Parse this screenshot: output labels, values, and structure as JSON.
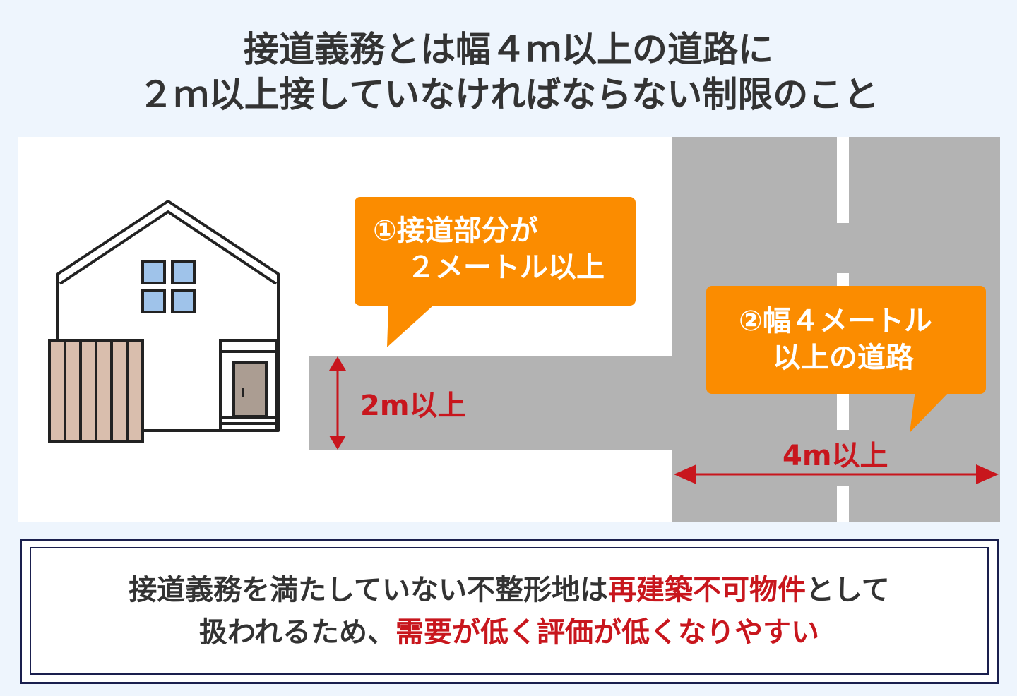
{
  "title": {
    "line1": "接道義務とは幅４ｍ以上の道路に",
    "line2": "２ｍ以上接していなければならない制限のこと"
  },
  "callout1": {
    "line1": "①接道部分が",
    "line2": "２メートル以上"
  },
  "callout2": {
    "line1": "②幅４メートル",
    "line2": "以上の道路"
  },
  "frontage_label": "2m以上",
  "road_width_label": "4m以上",
  "summary": {
    "line1_a": "接道義務を満たしていない不整形地は",
    "line1_b": "再建築不可物件",
    "line1_c": "として",
    "line2_a": "扱われるため、",
    "line2_b": "需要が低く評価が低くなりやすい"
  },
  "colors": {
    "orange": "#fb8c00",
    "red": "#c8161d",
    "road": "#b3b3b3",
    "navy": "#1a1f4e"
  }
}
